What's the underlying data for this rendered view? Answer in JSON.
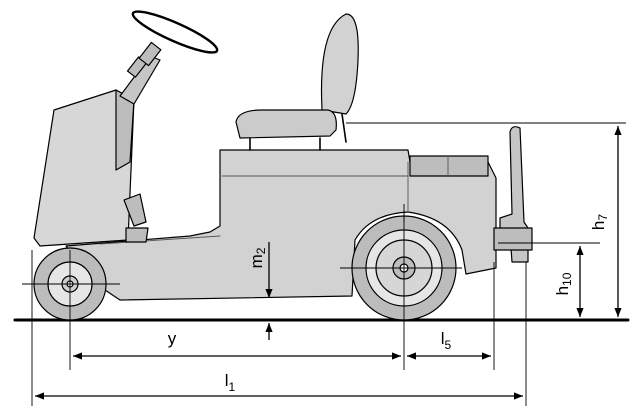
{
  "dimensions": {
    "h7": {
      "base": "h",
      "sub": "7"
    },
    "h10": {
      "base": "h",
      "sub": "10"
    },
    "m2": {
      "base": "m",
      "sub": "2"
    },
    "y": {
      "base": "y",
      "sub": ""
    },
    "l5": {
      "base": "l",
      "sub": "5"
    },
    "l1": {
      "base": "l",
      "sub": "1"
    }
  }
}
